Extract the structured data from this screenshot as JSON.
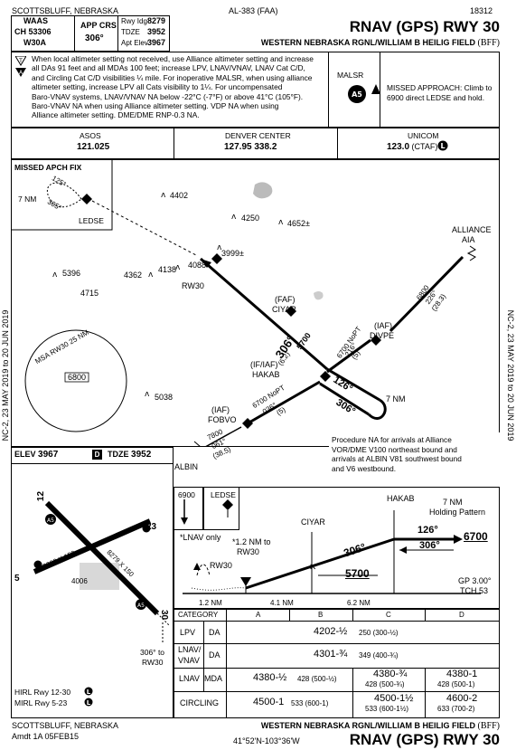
{
  "header": {
    "city": "SCOTTSBLUFF, NEBRASKA",
    "faa_code": "AL-383 (FAA)",
    "cycle": "18312",
    "waas_label": "WAAS",
    "waas_ch": "CH 53306",
    "waas_id": "W30A",
    "app_crs_label": "APP CRS",
    "app_crs": "306°",
    "rwy_ldg_label": "Rwy Idg",
    "rwy_ldg": "8279",
    "tdze_label": "TDZE",
    "tdze": "3952",
    "apt_elev_label": "Apt Elev",
    "apt_elev": "3967",
    "title": "RNAV (GPS) RWY 30",
    "airport": "WESTERN NEBRASKA RGNL/WILLIAM B HEILIG FIELD",
    "airport_id": "(BFF)"
  },
  "notes": {
    "text_1": "When local altimeter setting not received, use Alliance altimeter setting and increase",
    "text_2": "all DAs 91 feet and all MDAs 100 feet; increase LPV, LNAV/VNAV, LNAV Cat C/D,",
    "text_3": "and Circling Cat C/D visibilities ¼ mile.  For inoperative MALSR, when using alliance",
    "text_4": "altimeter setting, increase LPV all Cats visibility to 1¼.  For uncompensated",
    "text_5": "Baro-VNAV systems, LNAV/VNAV NA below -22°C (-7°F) or above 41°C (105°F).",
    "text_6": "Baro-VNAV NA when using Alliance altimeter setting.  VDP NA when using",
    "text_7": "Alliance altimeter setting.  DME/DME RNP-0.3 NA.",
    "malsr": "MALSR",
    "missed_1": "MISSED APPROACH: Climb to",
    "missed_2": "6900 direct LEDSE and hold."
  },
  "comms": {
    "asos_label": "ASOS",
    "asos": "121.025",
    "denver_label": "DENVER CENTER",
    "denver": "127.95  338.2",
    "unicom_label": "UNICOM",
    "unicom": "123.0",
    "ctaf": "(CTAF)"
  },
  "plan": {
    "missed_fix": "MISSED APCH FIX",
    "ledse": "LEDSE",
    "hold_nm": "7 NM",
    "hold_in": "125°",
    "hold_out": "305°",
    "alt_4402": "4402",
    "alt_4250": "4250",
    "alt_4652": "4652±",
    "alt_3999": "3999±",
    "alt_4088": "4088",
    "alt_4138": "4138",
    "alt_4362": "4362",
    "alt_5396": "5396",
    "alt_4715": "4715",
    "alt_5038": "5038",
    "rw30": "RW30",
    "faf": "(FAF)",
    "ciyar": "CIYAR",
    "seg_alt": "5700",
    "seg_crs": "306°",
    "seg_dist": "(6.2)",
    "iaf": "(IAF)",
    "divpe": "DIVPE",
    "divpe_alt": "6700 NoPT",
    "divpe_crs": "216°",
    "divpe_dist": "(5)",
    "hakab_fn": "(IF/IAF)",
    "hakab": "HAKAB",
    "hakab_in": "126°",
    "hakab_out": "306°",
    "hakab_nm": "7 NM",
    "fobvo": "FOBVO",
    "fobvo_alt": "6700 NoPT",
    "fobvo_crs": "036°",
    "fobvo_dist": "(5)",
    "alliance": "ALLIANCE",
    "aia": "AIA",
    "aia_alt": "6800",
    "aia_crs": "226°",
    "aia_dist": "(28.3)",
    "albin": "ALBIN",
    "albin_alt": "7800",
    "albin_crs": "061°",
    "albin_dist": "(38.5)",
    "msa_label": "MSA RW30 25 NM",
    "msa_alt": "6800",
    "procedure_1": "Procedure NA for arrivals at Alliance",
    "procedure_2": "VOR/DME V100 northeast bound and",
    "procedure_3": "arrivals at ALBIN V81 southwest bound",
    "procedure_4": "and V6 westbound.",
    "side_left": "NC-2, 23 MAY 2019 to 20 JUN 2019",
    "side_right": "NC-2, 23 MAY 2019 to 20 JUN 2019"
  },
  "airport_diagram": {
    "elev_label": "ELEV",
    "elev": "3967",
    "d_badge": "D",
    "tdze_label": "TDZE",
    "tdze": "3952",
    "rwy_12": "12",
    "rwy_23": "23",
    "rwy_5": "5",
    "rwy_30": "30",
    "rwy1_dims": "8279 X 150",
    "rwy2_dims": "8002 X 150",
    "elev_pt": "4006",
    "note_306": "306° to",
    "note_rw30": "RW30",
    "hirl": "HIRL Rwy 12-30",
    "mirl": "MIRL Rwy 5-23"
  },
  "profile": {
    "hold_alt": "6900",
    "ledse": "LEDSE",
    "lnav_only": "*LNAV only",
    "hakab": "HAKAB",
    "hold_nm": "7 NM",
    "holding_pattern": "Holding Pattern",
    "ciyar": "CIYAR",
    "in_crs": "126°",
    "out_crs": "306°",
    "alt_6700": "6700",
    "alt_5700": "5700",
    "crs_306": "306°",
    "note_12": "*1.2 NM to",
    "note_rw30": "RW30",
    "rw30": "RW30",
    "gp": "GP 3.00°",
    "tch": "TCH 53",
    "d_12": "1.2 NM",
    "d_41": "4.1 NM",
    "d_62": "6.2 NM"
  },
  "minimums": {
    "category": "CATEGORY",
    "cats": [
      "A",
      "B",
      "C",
      "D"
    ],
    "lpv": "LPV",
    "lpv_da": "DA",
    "lpv_val": "4202-½",
    "lpv_sub": "250 (300-½)",
    "lnv": "LNAV/",
    "lnv2": "VNAV",
    "lnv_da": "DA",
    "lnv_val": "4301-¾",
    "lnv_sub": "349 (400-¾)",
    "lnav": "LNAV",
    "lnav_mda": "MDA",
    "lnav_ab": "4380-½",
    "lnav_ab_sub": "428 (500-½)",
    "lnav_c": "4380-¾",
    "lnav_c_sub": "428 (500-¾)",
    "lnav_d": "4380-1",
    "lnav_d_sub": "428 (500-1)",
    "circ": "CIRCLING",
    "circ_ab": "4500-1",
    "circ_ab_sub": "533 (600-1)",
    "circ_c": "4500-1½",
    "circ_c_sub": "533 (600-1½)",
    "circ_d": "4600-2",
    "circ_d_sub": "633 (700-2)"
  },
  "footer": {
    "city": "SCOTTSBLUFF, NEBRASKA",
    "amdt": "Amdt 1A  05FEB15",
    "airport": "WESTERN NEBRASKA RGNL/WILLIAM B HEILIG FIELD",
    "airport_id": "(BFF)",
    "coords": "41°52'N-103°36'W",
    "title": "RNAV (GPS) RWY 30"
  }
}
